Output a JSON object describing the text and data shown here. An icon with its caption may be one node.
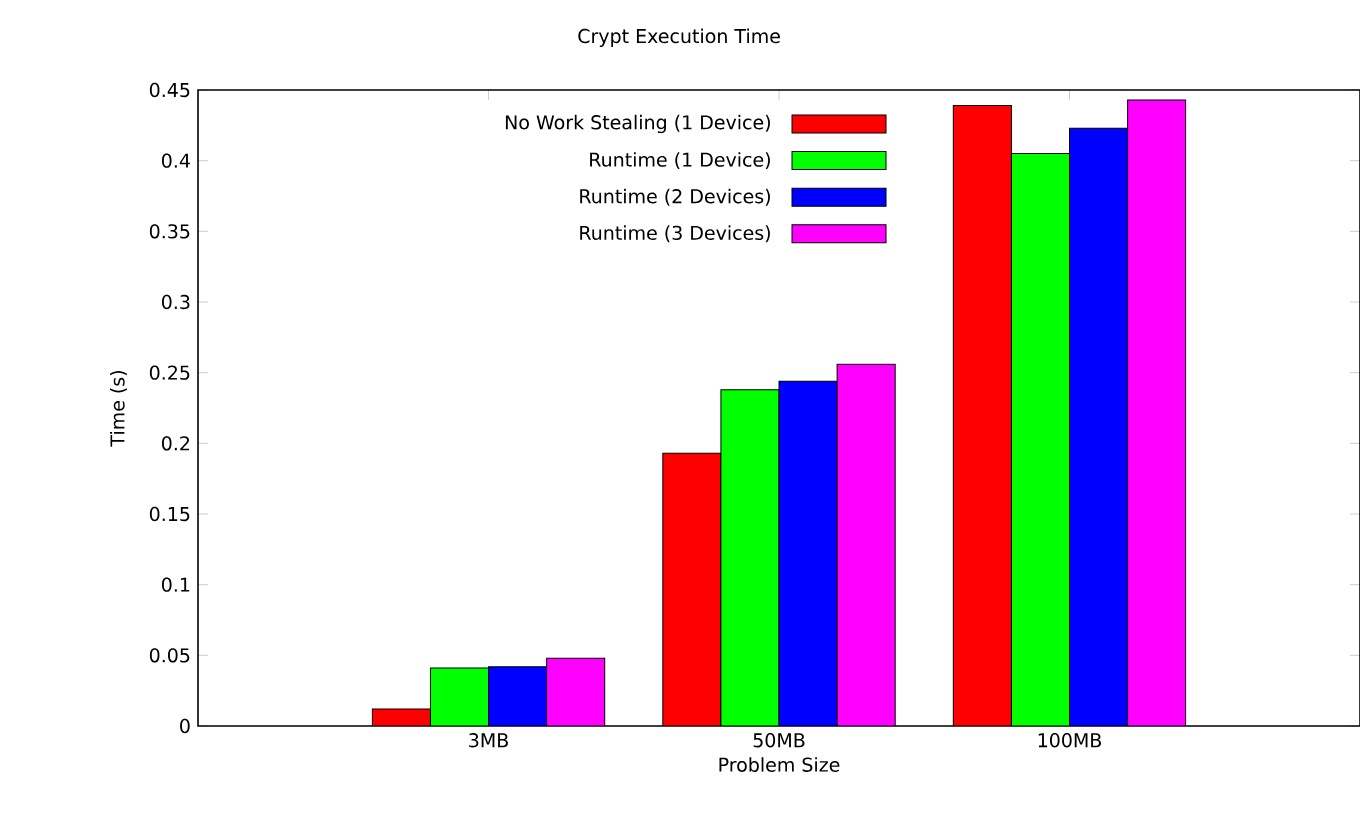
{
  "diagram": {
    "chart_data": {
      "type": "bar",
      "title": "Crypt Execution Time",
      "xlabel": "Problem Size",
      "ylabel": "Time (s)",
      "categories": [
        "3MB",
        "50MB",
        "100MB"
      ],
      "series": [
        {
          "name": "No Work Stealing (1 Device)",
          "color": "#ff0000",
          "values": [
            0.012,
            0.193,
            0.439
          ]
        },
        {
          "name": "Runtime (1 Device)",
          "color": "#00ff00",
          "values": [
            0.041,
            0.238,
            0.405
          ]
        },
        {
          "name": "Runtime (2 Devices)",
          "color": "#0000ff",
          "values": [
            0.042,
            0.244,
            0.423
          ]
        },
        {
          "name": "Runtime (3 Devices)",
          "color": "#ff00ff",
          "values": [
            0.048,
            0.256,
            0.443
          ]
        }
      ],
      "legend": "top-left",
      "ylim": [
        0,
        0.45
      ],
      "yticks": [
        0,
        0.05,
        0.1,
        0.15,
        0.2,
        0.25,
        0.3,
        0.35,
        0.4,
        0.45
      ]
    }
  }
}
